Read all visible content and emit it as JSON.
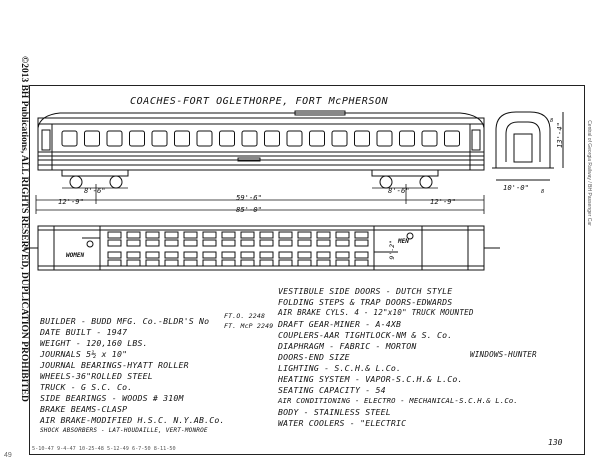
{
  "copyright": "©2013 BH Publications, ALL RIGHTS RESERVED, DUPLICATION PROHIBITED",
  "credit": "Central of Georgia Railway / BH Passenger Car",
  "left_page_number": "49",
  "title": "COACHES-FORT OGLETHORPE, FORT McPHERSON",
  "dimensions": {
    "height": "13'-4\"",
    "height_sub": "8",
    "width": "10'-0\"",
    "width_sub": "8",
    "truck_left": "8'-6\"",
    "truck_right": "8'-6\"",
    "end_left": "12'-9\"",
    "end_right": "12'-9\"",
    "centers": "59'-6\"",
    "overall": "85'-0\"",
    "plan_width": "9'-2\""
  },
  "plan_labels": {
    "women": "WOMEN",
    "men": "MEN"
  },
  "specs_left": [
    "BUILDER - BUDD MFG. Co.-BLDR'S No",
    "DATE BUILT - 1947",
    "WEIGHT - 120,160 LBS.",
    "JOURNALS 5½ x 10\"",
    "JOURNAL BEARINGS-HYATT ROLLER",
    "WHEELS-36\"ROLLED STEEL",
    "TRUCK - G S.C. Co.",
    "SIDE BEARINGS - WOODS # 310M",
    "BRAKE BEAMS-CLASP",
    "AIR BRAKE-MODIFIED H.S.C. N.Y.AB.Co.",
    "SHOCK ABSORBERS - LAT-HOUDAILLE, VERT-MONROE"
  ],
  "builder_numbers": [
    "FT.O. 2248",
    "FT. McP 2249"
  ],
  "specs_right": [
    "VESTIBULE SIDE DOORS - DUTCH STYLE",
    "FOLDING STEPS & TRAP DOORS-EDWARDS",
    "AIR BRAKE CYLS. 4 - 12\"x10\"  TRUCK MOUNTED",
    "DRAFT GEAR-MINER - A-4XB",
    "COUPLERS-AAR TIGHTLOCK-NM & S. Co.",
    "DIAPHRAGM - FABRIC - MORTON",
    "DOORS-END SIZE",
    "LIGHTING - S.C.H.& L.Co.",
    "HEATING SYSTEM - VAPOR-S.C.H.& L.Co.",
    "SEATING CAPACITY - 54",
    "AIR CONDITIONING - ELECTRO - MECHANICAL-S.C.H.& L.Co.",
    "BODY - STAINLESS STEEL",
    "WATER COOLERS - \"ELECTRIC"
  ],
  "windows_note": "WINDOWS-HUNTER",
  "footnote": "5-10-47  9-4-47  10-25-48  5-12-49  6-7-50  8-11-50",
  "page_number": "130"
}
